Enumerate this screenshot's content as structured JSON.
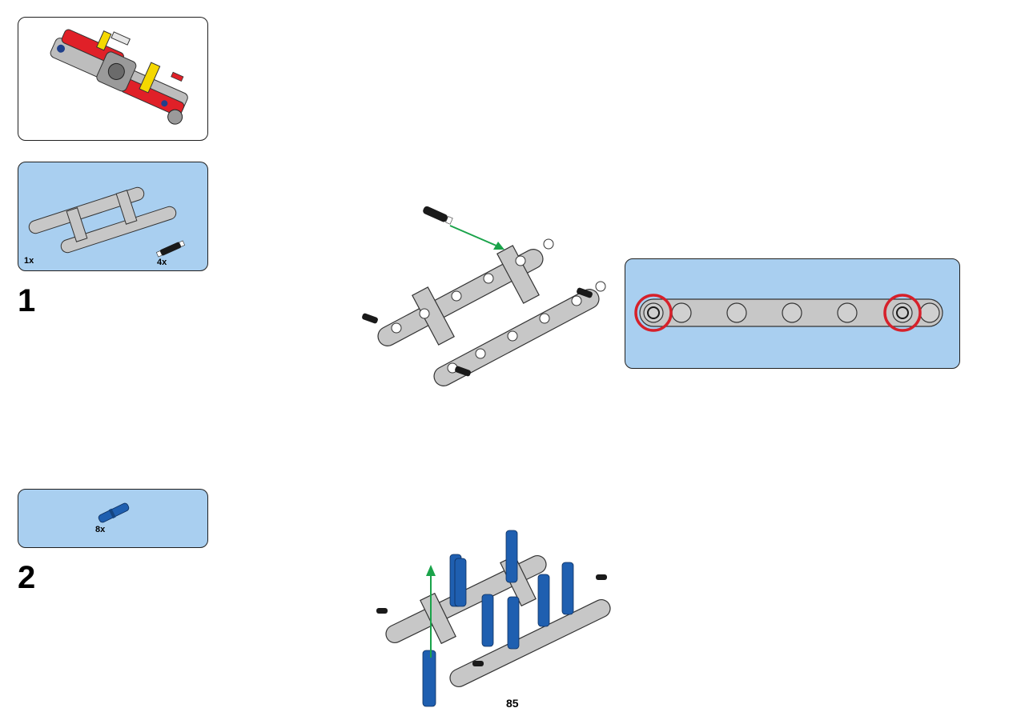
{
  "page": {
    "number": "85"
  },
  "steps": [
    {
      "number": "1",
      "parts": [
        {
          "qty": "1x"
        },
        {
          "qty": "4x"
        }
      ]
    },
    {
      "number": "2",
      "parts": [
        {
          "qty": "8x"
        }
      ]
    }
  ],
  "colors": {
    "callout_bg": "#a9cff0",
    "beam_gray": "#c7c7c7",
    "pin_black": "#1a1a1a",
    "pin_blue": "#1f5fb0",
    "arrow_green": "#1aa34a",
    "highlight_red": "#d6202a",
    "model_red": "#e02028",
    "model_yellow": "#f5d800"
  },
  "icons": [
    "submodel-preview-icon",
    "frame-part-icon",
    "friction-pin-icon",
    "blue-axle-pin-icon",
    "insert-arrow-icon",
    "highlight-circle-icon"
  ]
}
